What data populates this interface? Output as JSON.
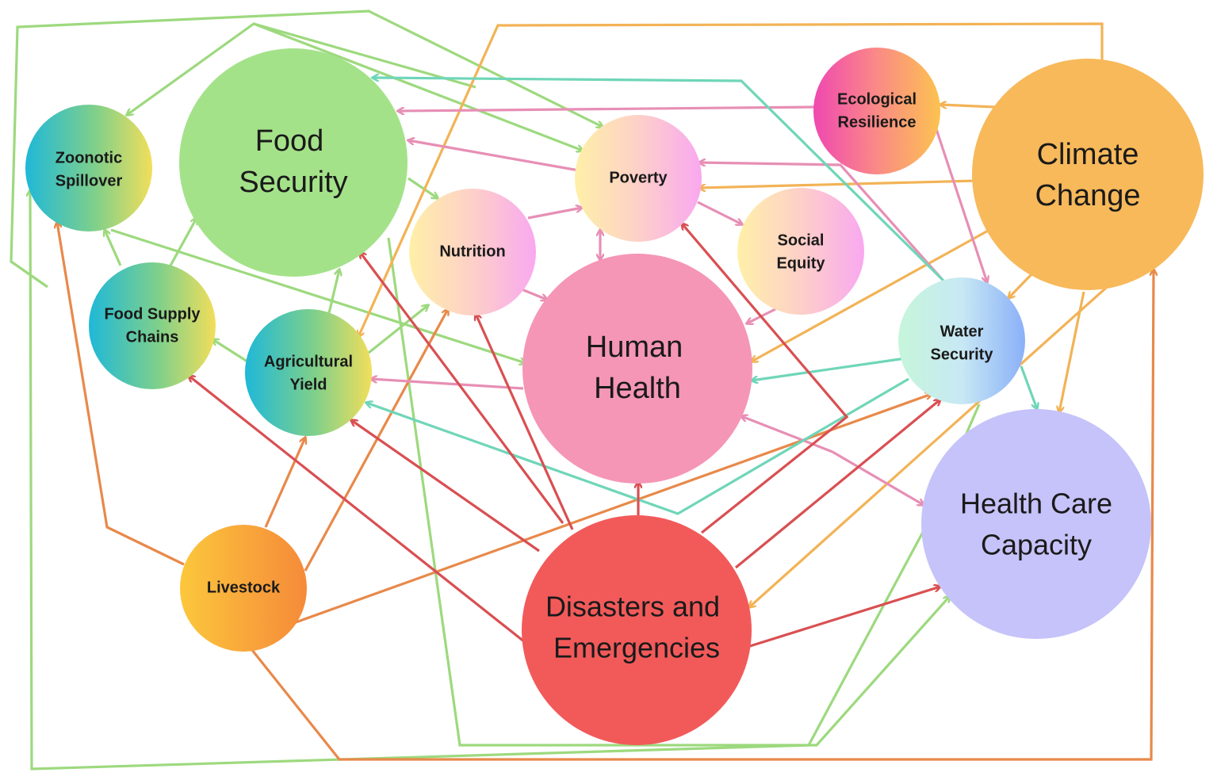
{
  "colors": {
    "green": "#9dd97e",
    "orange_dark": "#e8894a",
    "orange_light": "#f2b356",
    "pink": "#e78fb5",
    "teal": "#6fd6b8",
    "red": "#d94f52",
    "food_security_fill": "#a4e28a",
    "human_health_fill": "#f596b6",
    "climate_change_fill": "#f8b95a",
    "health_care_fill": "#c6c3fa",
    "disasters_fill": "#f25a5a"
  },
  "nodes": {
    "food_security": {
      "line1": "Food",
      "line2": "Security"
    },
    "human_health": {
      "line1": "Human",
      "line2": "Health"
    },
    "climate_change": {
      "line1": "Climate",
      "line2": "Change"
    },
    "health_care": {
      "line1": "Health Care",
      "line2": "Capacity"
    },
    "disasters": {
      "line1": "Disasters and",
      "line2": "Emergencies"
    },
    "zoonotic": {
      "line1": "Zoonotic",
      "line2": "Spillover"
    },
    "food_supply": {
      "line1": "Food Supply",
      "line2": "Chains"
    },
    "agricultural": {
      "line1": "Agricultural",
      "line2": "Yield"
    },
    "nutrition": {
      "line1": "Nutrition"
    },
    "poverty": {
      "line1": "Poverty"
    },
    "social_equity": {
      "line1": "Social",
      "line2": "Equity"
    },
    "ecological": {
      "line1": "Ecological",
      "line2": "Resilience"
    },
    "water_security": {
      "line1": "Water",
      "line2": "Security"
    },
    "livestock": {
      "line1": "Livestock"
    }
  }
}
